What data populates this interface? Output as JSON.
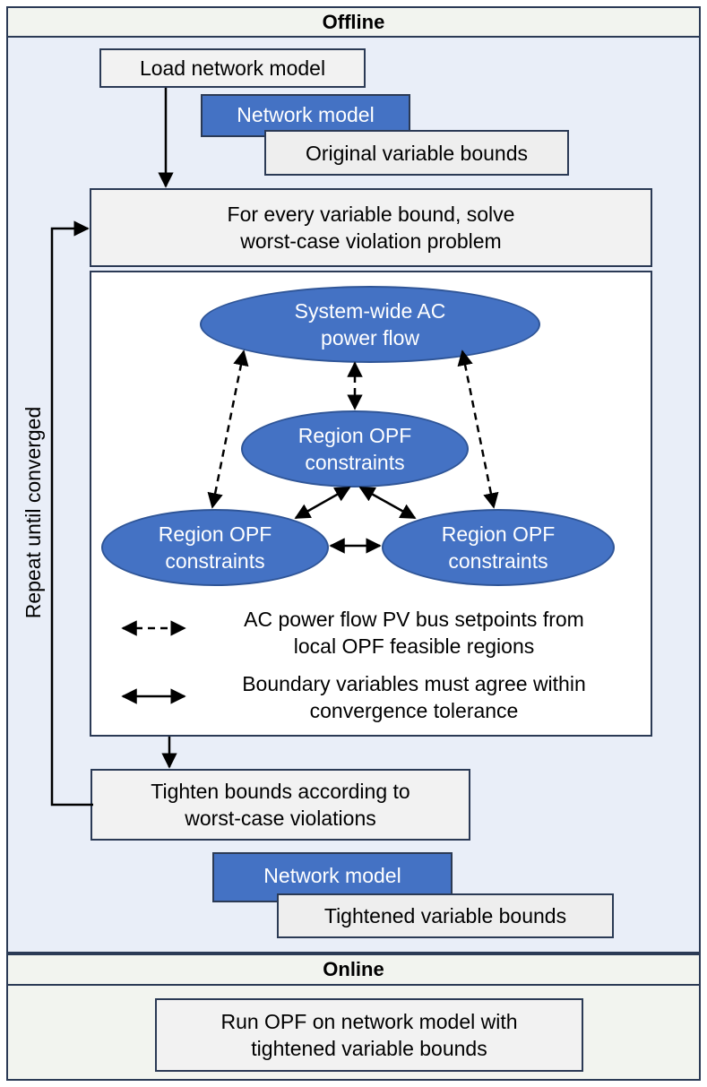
{
  "offline": {
    "header": "Offline",
    "load_network_model": "Load network model",
    "network_model_tab_1": "Network model",
    "original_bounds": "Original variable bounds",
    "solve_box": {
      "line1": "For every variable bound, solve",
      "line2": "worst-case violation problem"
    },
    "ellipse_system": {
      "line1": "System-wide AC",
      "line2": "power flow"
    },
    "ellipse_region_top": {
      "line1": "Region OPF",
      "line2": "constraints"
    },
    "ellipse_region_left": {
      "line1": "Region OPF",
      "line2": "constraints"
    },
    "ellipse_region_right": {
      "line1": "Region OPF",
      "line2": "constraints"
    },
    "legend_dashed": {
      "line1": "AC power flow PV bus setpoints from",
      "line2": "local OPF feasible regions"
    },
    "legend_solid": {
      "line1": "Boundary variables must agree within",
      "line2": "convergence tolerance"
    },
    "repeat_label": "Repeat until converged",
    "tighten_box": {
      "line1": "Tighten bounds according to",
      "line2": "worst-case violations"
    },
    "network_model_tab_2": "Network model",
    "tightened_bounds": "Tightened variable bounds"
  },
  "online": {
    "header": "Online",
    "run_box": {
      "line1": "Run OPF on network model with",
      "line2": "tightened variable bounds"
    }
  },
  "colors": {
    "blue_fill": "#4472c4",
    "dark_border": "#2b3a55",
    "offline_background": "#e9eef8",
    "box_fill": "#f2f2f2"
  }
}
